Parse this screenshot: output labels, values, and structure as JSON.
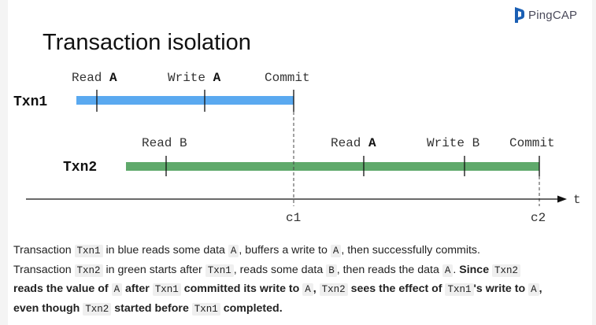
{
  "brand": {
    "name": "PingCAP",
    "accent": "#1a5fb4"
  },
  "title": "Transaction isolation",
  "diagram": {
    "txn1": {
      "label": "Txn1",
      "color": "#5aa9f0",
      "events": [
        {
          "op": "Read",
          "target": "A"
        },
        {
          "op": "Write",
          "target": "A"
        },
        {
          "op": "Commit",
          "target": ""
        }
      ]
    },
    "txn2": {
      "label": "Txn2",
      "color": "#5fa96b",
      "events": [
        {
          "op": "Read",
          "target": "B"
        },
        {
          "op": "Read",
          "target": "A"
        },
        {
          "op": "Write",
          "target": "B"
        },
        {
          "op": "Commit",
          "target": ""
        }
      ]
    },
    "axis": {
      "label": "t",
      "ticks": [
        "c1",
        "c2"
      ]
    }
  },
  "caption": {
    "l1_a": "Transaction ",
    "l1_txn1": "Txn1",
    "l1_b": " in blue reads some data ",
    "l1_A1": "A",
    "l1_c": ", buffers a write to ",
    "l1_A2": "A",
    "l1_d": ", then successfully commits.",
    "l2_a": "Transaction ",
    "l2_txn2": "Txn2",
    "l2_b": " in green starts after ",
    "l2_txn1": "Txn1",
    "l2_c": ", reads some data ",
    "l2_B": "B",
    "l2_d": ", then reads the data ",
    "l2_A": "A",
    "l2_e": ". ",
    "l2_since": "Since ",
    "l2_txn2b": "Txn2",
    "l3_a": "reads the value of ",
    "l3_A": "A",
    "l3_b": " after ",
    "l3_txn1": "Txn1",
    "l3_c": " committed its write to ",
    "l3_A2": "A",
    "l3_d": ", ",
    "l3_txn2": "Txn2",
    "l3_e": " sees the effect of ",
    "l3_txn1b": "Txn1",
    "l3_f": "'s write to ",
    "l3_A3": "A",
    "l3_g": ",",
    "l4_a": "even though ",
    "l4_txn2": "Txn2",
    "l4_b": " started before ",
    "l4_txn1": "Txn1",
    "l4_c": " completed."
  }
}
